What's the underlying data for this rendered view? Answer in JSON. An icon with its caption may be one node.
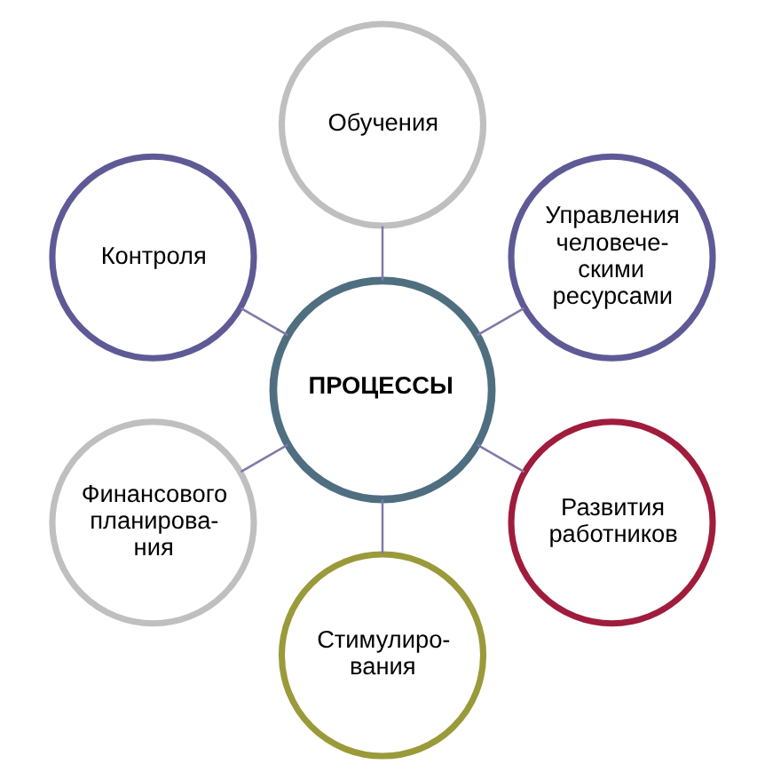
{
  "diagram": {
    "nodes": [
      {
        "text": [
          "ПРОЦЕССЫ"
        ]
      },
      {
        "text": [
          "Обучения"
        ]
      },
      {
        "text": [
          "Управления человече- скими ресурсами"
        ]
      },
      {
        "text": [
          "Развития работников"
        ]
      },
      {
        "text": [
          "Стимулиро- вания"
        ]
      },
      {
        "text": [
          "Финансового планирова- ния"
        ]
      },
      {
        "text": [
          "Контроля"
        ]
      }
    ],
    "edges": [
      {
        "from": 0,
        "to": 1,
        "arrow": "none"
      },
      {
        "from": 0,
        "to": 2,
        "arrow": "none"
      },
      {
        "from": 0,
        "to": 3,
        "arrow": "none"
      },
      {
        "from": 0,
        "to": 4,
        "arrow": "none"
      },
      {
        "from": 0,
        "to": 5,
        "arrow": "none"
      },
      {
        "from": 0,
        "to": 6,
        "arrow": "none"
      }
    ]
  }
}
